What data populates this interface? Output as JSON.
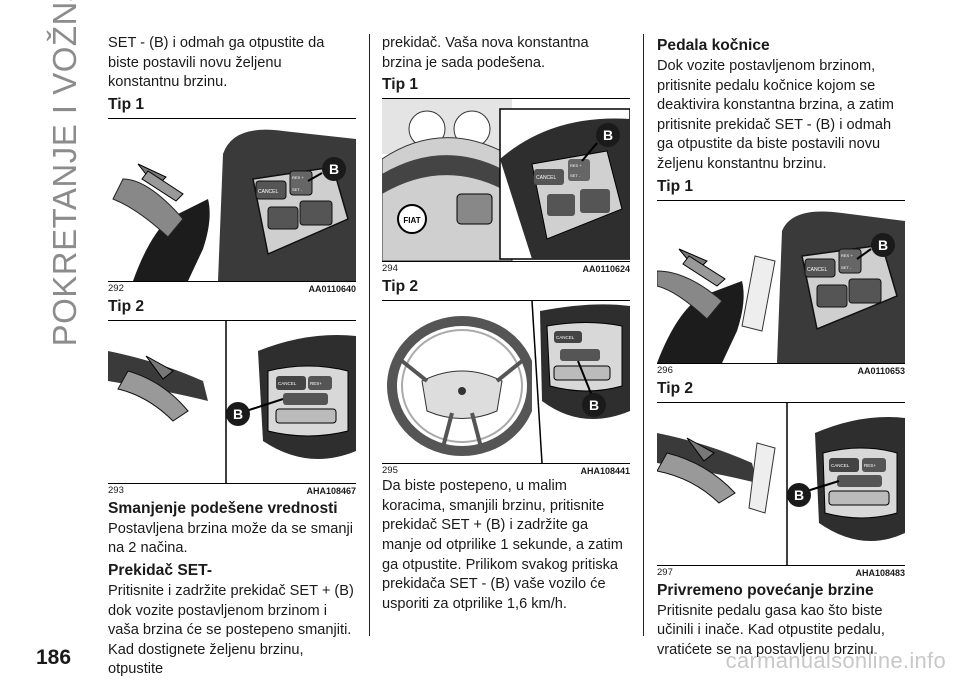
{
  "chapter_title": "POKRETANJE I VOŽNJA",
  "page_number": "186",
  "watermark": "carmanualsonline.info",
  "col1": {
    "p1": "SET - (B) i odmah ga otpustite da biste postavili novu željenu konstantnu brzinu.",
    "tip1": "Tip 1",
    "fig292": {
      "num": "292",
      "code": "AA0110640",
      "callout": "B",
      "cancel": "CANCEL",
      "res": "RES +",
      "set": "SET -"
    },
    "tip2": "Tip 2",
    "fig293": {
      "num": "293",
      "code": "AHA108467",
      "callout": "B",
      "cancel": "CANCEL",
      "res": "RES+"
    },
    "h_reduce": "Smanjenje podešene vrednosti",
    "p_reduce": "Postavljena brzina može da se smanji na 2 načina.",
    "h_set": "Prekidač SET-",
    "p_set": "Pritisnite i zadržite prekidač SET + (B) dok vozite postavljenom brzinom i vaša brzina će se postepeno smanjiti. Kad dostignete željenu brzinu, otpustite"
  },
  "col2": {
    "p1": "prekidač. Vaša nova konstantna brzina je sada podešena.",
    "tip1": "Tip 1",
    "fig294": {
      "num": "294",
      "code": "AA0110624",
      "callout": "B",
      "cancel": "CANCEL",
      "res": "RES +",
      "set": "SET -",
      "brand": "FIAT"
    },
    "tip2": "Tip 2",
    "fig295": {
      "num": "295",
      "code": "AHA108441",
      "callout": "B",
      "cancel": "CANCEL"
    },
    "p2": "Da biste postepeno, u malim koracima, smanjili brzinu, pritisnite prekidač SET + (B) i zadržite ga manje od otprilike 1 sekunde, a zatim ga otpustite. Prilikom svakog pritiska prekidača SET - (B) vaše vozilo će usporiti za otprilike 1,6 km/h."
  },
  "col3": {
    "h_brake": "Pedala kočnice",
    "p_brake": "Dok vozite postavljenom brzinom, pritisnite pedalu kočnice kojom se deaktivira konstantna brzina, a zatim pritisnite prekidač SET - (B) i odmah ga otpustite da biste postavili novu željenu konstantnu brzinu.",
    "tip1": "Tip 1",
    "fig296": {
      "num": "296",
      "code": "AA0110653",
      "callout": "B",
      "cancel": "CANCEL",
      "res": "RES +",
      "set": "SET -"
    },
    "tip2": "Tip 2",
    "fig297": {
      "num": "297",
      "code": "AHA108483",
      "callout": "B",
      "cancel": "CANCEL",
      "res": "RES+"
    },
    "h_temp": "Privremeno povećanje brzine",
    "p_temp": "Pritisnite pedalu gasa kao što biste učinili i inače. Kad otpustite pedalu, vratićete se na postavljenu brzinu."
  }
}
